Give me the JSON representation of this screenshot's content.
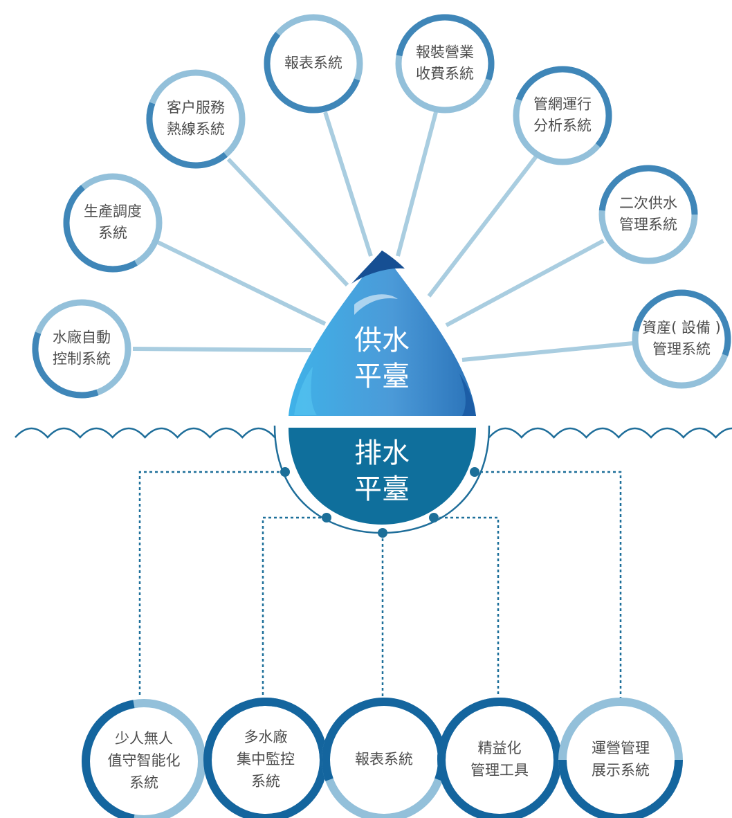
{
  "supply_platform": {
    "label_lines": [
      "供水",
      "平臺"
    ],
    "color_light": "#3fb2e8",
    "color_dark": "#1f6fb2",
    "systems": [
      {
        "lines": [
          "水廠自動",
          "控制系統"
        ]
      },
      {
        "lines": [
          "生產調度",
          "系統"
        ]
      },
      {
        "lines": [
          "客户服務",
          "熱線系統"
        ]
      },
      {
        "lines": [
          "報表系統"
        ]
      },
      {
        "lines": [
          "報裝營業",
          "收費系統"
        ]
      },
      {
        "lines": [
          "管網運行",
          "分析系統"
        ]
      },
      {
        "lines": [
          "二次供水",
          "管理系統"
        ]
      },
      {
        "lines": [
          "資産( 設備 )",
          "管理系統"
        ]
      }
    ]
  },
  "drainage_platform": {
    "label_lines": [
      "排水",
      "平臺"
    ],
    "color": "#0f6f9c",
    "systems": [
      {
        "lines": [
          "少人無人",
          "值守智能化",
          "系統"
        ]
      },
      {
        "lines": [
          "多水廠",
          "集中監控",
          "系統"
        ]
      },
      {
        "lines": [
          "報表系統"
        ]
      },
      {
        "lines": [
          "精益化",
          "管理工具"
        ]
      },
      {
        "lines": [
          "運營管理",
          "展示系統"
        ]
      }
    ]
  },
  "colors": {
    "ring_dark": "#3f86b8",
    "ring_light": "#93c0da",
    "bottom_ring_dark": "#14659e",
    "bottom_ring_light": "#93c0da",
    "connector": "#a9cde0",
    "dotted": "#1c6f99",
    "wave": "#1f6e9a"
  }
}
